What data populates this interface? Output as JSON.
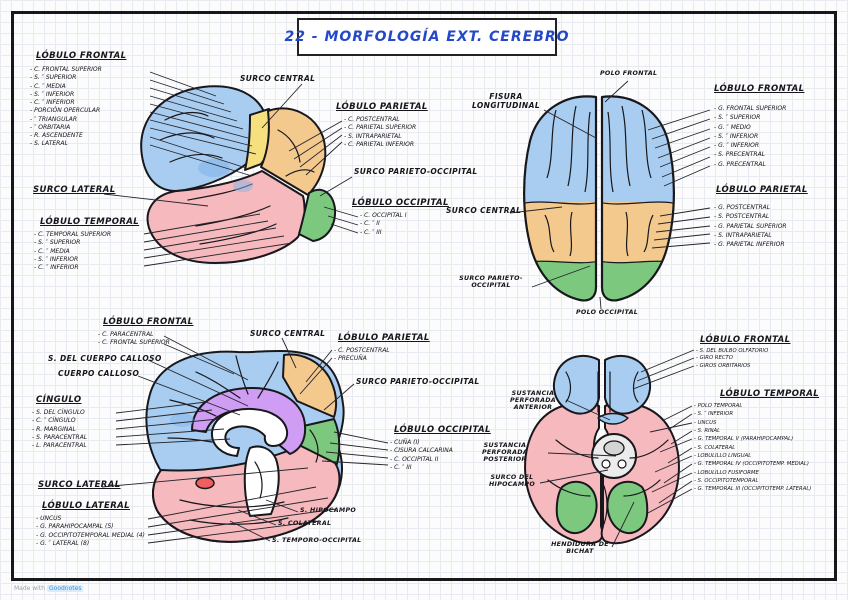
{
  "title": "22 - MORFOLOGÍA EXT. CEREBRO",
  "watermark": {
    "prefix": "Made with",
    "brand": "Goodnotes"
  },
  "colors": {
    "frontal_blue": "#a9cdf1",
    "parietal_tan": "#f4c98e",
    "central_yellow": "#f6df7f",
    "temporal_pink": "#f6b9bd",
    "occipital_green": "#7cc87f",
    "cingulate_purple": "#cf9df3",
    "uncus_red": "#ee5f5d",
    "ink_blue": "#2448c8"
  },
  "lateral": {
    "frontal": {
      "heading": "LÓBULO FRONTAL",
      "items": [
        "C. FRONTAL SUPERIOR",
        "S. ″ SUPERIOR",
        "C. ″ MEDIA",
        "S. ″ INFERIOR",
        "C. ″ INFERIOR",
        "PORCIÓN OPERCULAR",
        "″ TRIANGULAR",
        "″ ORBITARIA",
        "R. ASCENDENTE",
        "S. LATERAL"
      ]
    },
    "surco_central": "SURCO CENTRAL",
    "parietal": {
      "heading": "LÓBULO PARIETAL",
      "items": [
        "C. POSTCENTRAL",
        "C. PARIETAL SUPERIOR",
        "S. INTRAPARIETAL",
        "C. PARIETAL INFERIOR"
      ]
    },
    "surco_parieto_occipital": "SURCO PARIETO-OCCIPITAL",
    "surco_lateral": "SURCO LATERAL",
    "temporal": {
      "heading": "LÓBULO TEMPORAL",
      "items": [
        "C. TEMPORAL SUPERIOR",
        "S. ″ SUPERIOR",
        "C. ″ MEDIA",
        "S. ″ INFERIOR",
        "C. ″ INFERIOR"
      ]
    },
    "occipital": {
      "heading": "LÓBULO OCCIPITAL",
      "items": [
        "C. OCCIPITAL I",
        "C. ″ II",
        "C. ″ III"
      ]
    }
  },
  "superior": {
    "polo_frontal": "POLO FRONTAL",
    "fisura_longitudinal": "FISURA LONGITUDINAL",
    "surco_central": "SURCO CENTRAL",
    "surco_parieto_occipital": "SURCO PARIETO-OCCIPITAL",
    "polo_occipital": "POLO OCCIPITAL",
    "frontal": {
      "heading": "LÓBULO FRONTAL",
      "items": [
        "G. FRONTAL SUPERIOR",
        "S. ″ SUPERIOR",
        "G. ″ MEDIO",
        "S. ″ INFERIOR",
        "G. ″ INFERIOR",
        "S. PRECENTRAL",
        "G. PRECENTRAL"
      ]
    },
    "parietal": {
      "heading": "LÓBULO PARIETAL",
      "items": [
        "G. POSTCENTRAL",
        "S. POSTCENTRAL",
        "G. PARIETAL SUPERIOR",
        "S. INTRAPARIETAL",
        "G. PARIETAL INFERIOR"
      ]
    }
  },
  "medial": {
    "frontal": {
      "heading": "LÓBULO FRONTAL",
      "items": [
        "C. PARACENTRAL",
        "C. FRONTAL SUPERIOR"
      ]
    },
    "surco_central": "SURCO CENTRAL",
    "parietal": {
      "heading": "LÓBULO PARIETAL",
      "items": [
        "C. POSTCENTRAL",
        "PRECUÑA"
      ]
    },
    "surco_parieto_occipital": "SURCO PARIETO-OCCIPITAL",
    "s_cuerpo_calloso": "S. DEL CUERPO CALLOSO",
    "cuerpo_calloso": "CUERPO CALLOSO",
    "cingulo": {
      "heading": "CÍNGULO",
      "items": [
        "S. DEL CÍNGULO",
        "C. ″ CÍNGULO",
        "R. MARGINAL",
        "S. PARACENTRAL",
        "L. PARACENTRAL"
      ]
    },
    "occipital": {
      "heading": "LÓBULO OCCIPITAL",
      "items": [
        "CUÑA (I)",
        "CISURA CALCARINA",
        "C. OCCIPITAL II",
        "C. ″ III"
      ]
    },
    "surco_lateral": "SURCO LATERAL",
    "lobulo_lateral": {
      "heading": "LÓBULO LATERAL",
      "items": [
        "UNCUS",
        "G. PARAHIPOCAMPAL (5)",
        "G. OCCIPITOTEMPORAL MEDIAL (4)",
        "G. ″ LATERAL (8)"
      ]
    },
    "s_hipocampo": "S. HIPOCAMPO",
    "s_colateral": "S. COLATERAL",
    "s_temporo_occipital": "S. TEMPORO-OCCIPITAL"
  },
  "inferior": {
    "frontal": {
      "heading": "LÓBULO FRONTAL",
      "items": [
        "S. DEL BULBO OLFATORIO",
        "GIRO RECTO",
        "GIROS ORBITARIOS"
      ]
    },
    "temporal": {
      "heading": "LÓBULO TEMPORAL",
      "items": [
        "POLO TEMPORAL",
        "S. ″ INFERIOR",
        "UNCUS",
        "S. RINAL",
        "G. TEMPORAL V (PARAHIPOCAMPAL)",
        "S. COLATERAL",
        "LOBULILLO LINGUAL",
        "G. TEMPORAL IV (OCCIPITOTEMP. MEDIAL)",
        "LOBULILLO FUSIFORME",
        "S. OCCIPITOTEMPORAL",
        "G. TEMPORAL III (OCCIPITOTEMP. LATERAL)"
      ]
    },
    "sustancia_perforada_anterior": "SUSTANCIA PERFORADA ANTERIOR",
    "sustancia_perforada_posterior": "SUSTANCIA PERFORADA POSTERIOR",
    "surco_del_hipocampo": "SURCO DEL HIPOCAMPO",
    "hendidura_de_bichat": "HENDIDURA DE BICHAT"
  }
}
